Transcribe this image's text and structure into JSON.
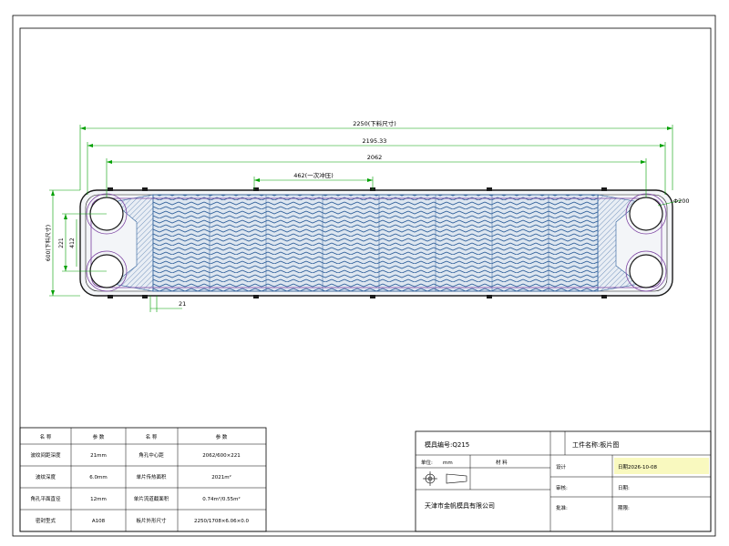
{
  "dimensions": {
    "overall_length": "2250(下料尺寸)",
    "length_2": "2195.33",
    "port_center_distance": "2062",
    "sub_length": "462(一次冲压)",
    "port_diameter": "Φ200",
    "overall_height": "600(下料尺寸)",
    "port_vertical_distance": "221",
    "inner_height": "412",
    "edge_offset": "21"
  },
  "spec_table": {
    "headers": [
      "名 称",
      "参 数",
      "名 称",
      "参 数"
    ],
    "rows": [
      [
        "波纹间距深度",
        "21mm",
        "角孔中心距",
        "2062/600×221"
      ],
      [
        "波纹深度",
        "6.0mm",
        "单片传热面积",
        "2021m²"
      ],
      [
        "角孔平面直径",
        "12mm",
        "单片流道截面积",
        "0.74m²/0.55m²"
      ],
      [
        "密封型式",
        "A108",
        "板片外形尺寸",
        "2250/1708×6.06×0.0"
      ]
    ]
  },
  "title_block": {
    "mold_no": "模具编号:Q215",
    "part_name": "工件名称:板片图",
    "unit_label": "单位:",
    "unit_value": "mm",
    "material_label": "材  料",
    "design_label": "设计",
    "design_date": "日期2026-10-08",
    "review_label": "审核:",
    "date_label": "日期:",
    "company": "天津市金帆模具有限公司",
    "approve_label": "批准:",
    "date_label_2": "期限:"
  },
  "colors": {
    "frame": "#000000",
    "dimension": "#00a000",
    "outline": "#1a1a1a",
    "hatch": "#3a6fb0",
    "gasket": "#7a3fa0",
    "highlight_date": "#e8e800"
  }
}
